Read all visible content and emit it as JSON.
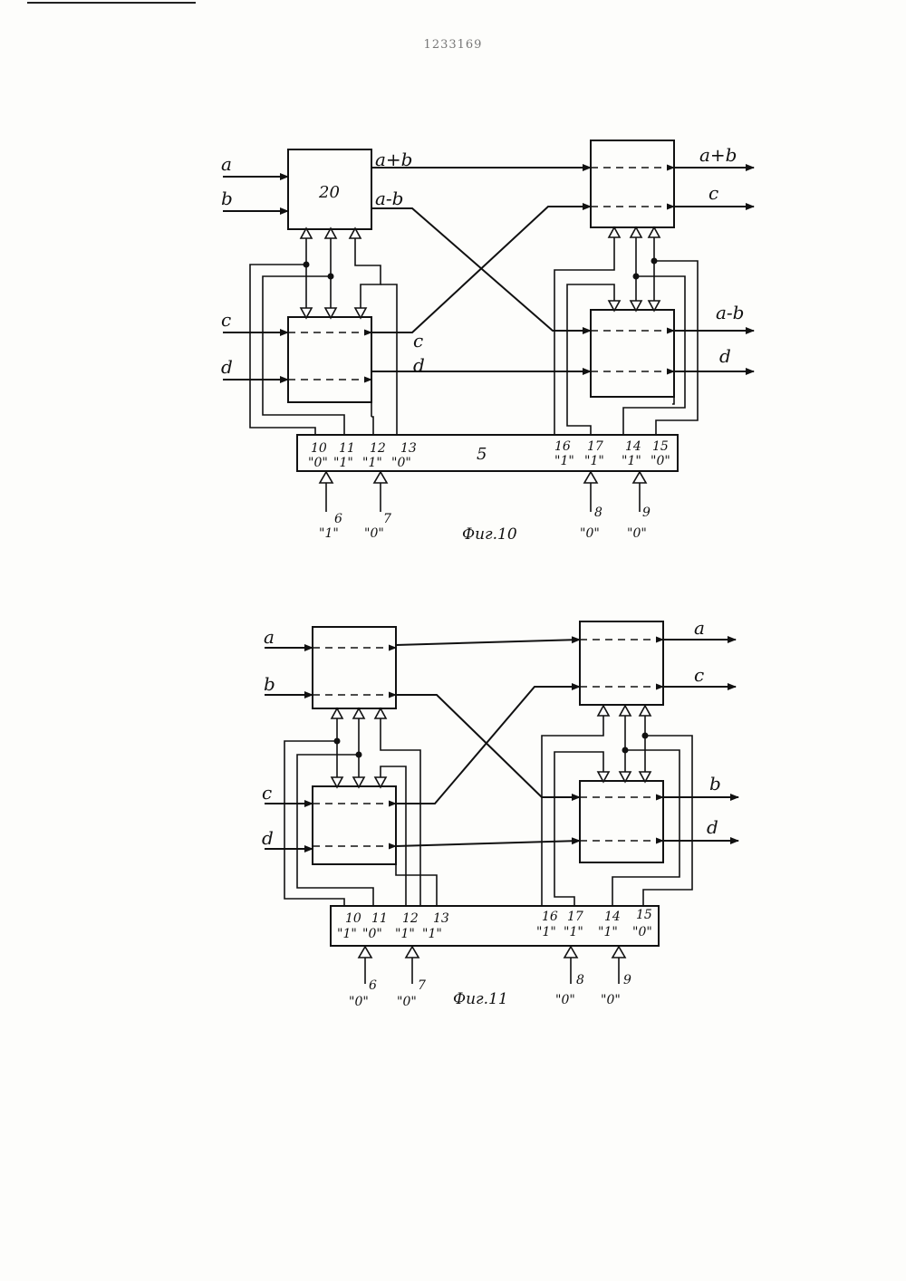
{
  "document": {
    "patent_number": "1233169"
  },
  "fig10": {
    "caption": "Фиг.10",
    "inputs": {
      "a": "a",
      "b": "b",
      "c": "c",
      "d": "d"
    },
    "top_left_block": "20",
    "mid_outputs": {
      "sum": "a+b",
      "diff": "a-b",
      "c": "c",
      "d": "d"
    },
    "outputs": {
      "o1": "a+b",
      "o2": "c",
      "o3": "a-b",
      "o4": "d"
    },
    "register_label": "5",
    "pins": [
      {
        "n": "10",
        "v": "\"0\""
      },
      {
        "n": "11",
        "v": "\"1\""
      },
      {
        "n": "12",
        "v": "\"1\""
      },
      {
        "n": "13",
        "v": "\"0\""
      },
      {
        "n": "16",
        "v": "\"1\""
      },
      {
        "n": "17",
        "v": "\"1\""
      },
      {
        "n": "14",
        "v": "\"1\""
      },
      {
        "n": "15",
        "v": "\"0\""
      }
    ],
    "controls": [
      {
        "n": "6",
        "v": "\"1\""
      },
      {
        "n": "7",
        "v": "\"0\""
      },
      {
        "n": "8",
        "v": "\"0\""
      },
      {
        "n": "9",
        "v": "\"0\""
      }
    ]
  },
  "fig11": {
    "caption": "Фиг.11",
    "inputs": {
      "a": "a",
      "b": "b",
      "c": "c",
      "d": "d"
    },
    "outputs": {
      "o1": "a",
      "o2": "c",
      "o3": "b",
      "o4": "d"
    },
    "pins": [
      {
        "n": "10",
        "v": "\"1\""
      },
      {
        "n": "11",
        "v": "\"0\""
      },
      {
        "n": "12",
        "v": "\"1\""
      },
      {
        "n": "13",
        "v": "\"1\""
      },
      {
        "n": "16",
        "v": "\"1\""
      },
      {
        "n": "17",
        "v": "\"1\""
      },
      {
        "n": "14",
        "v": "\"1\""
      },
      {
        "n": "15",
        "v": "\"0\""
      }
    ],
    "controls": [
      {
        "n": "6",
        "v": "\"0\""
      },
      {
        "n": "7",
        "v": "\"0\""
      },
      {
        "n": "8",
        "v": "\"0\""
      },
      {
        "n": "9",
        "v": "\"0\""
      }
    ]
  }
}
